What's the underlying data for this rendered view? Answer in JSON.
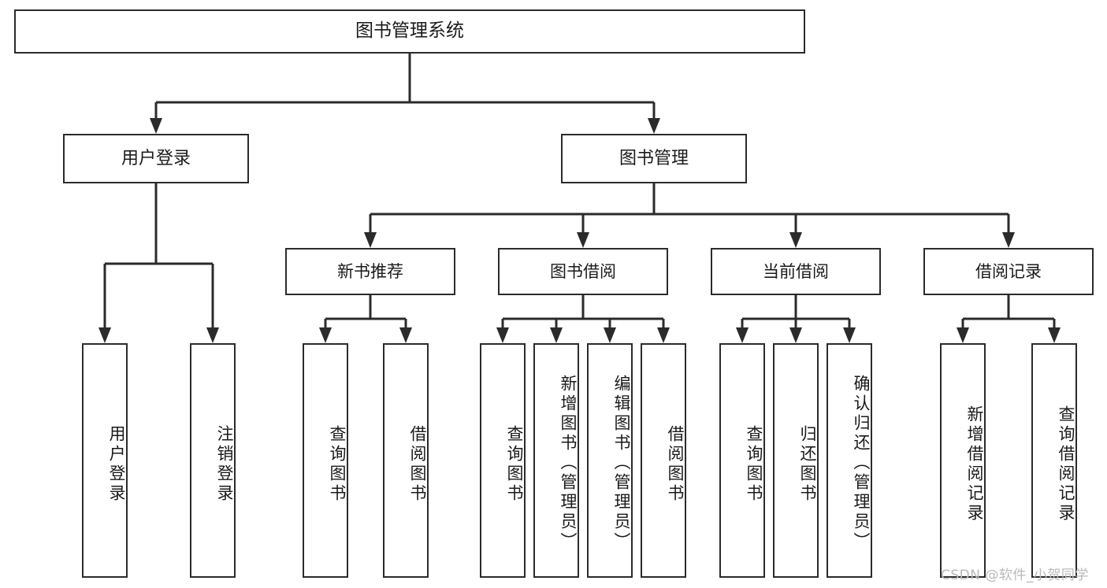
{
  "diagram": {
    "title": "图书管理系统",
    "type": "tree",
    "root": {
      "id": "root",
      "label": "图书管理系统",
      "level": 1
    },
    "level2": [
      {
        "id": "user-login",
        "label": "用户登录",
        "level": 2
      },
      {
        "id": "book-manage",
        "label": "图书管理",
        "level": 2
      }
    ],
    "level3": [
      {
        "id": "new-book-recommend",
        "label": "新书推荐",
        "level": 3,
        "parent": "book-manage"
      },
      {
        "id": "book-borrow",
        "label": "图书借阅",
        "level": 3,
        "parent": "book-manage"
      },
      {
        "id": "current-borrow",
        "label": "当前借阅",
        "level": 3,
        "parent": "book-manage"
      },
      {
        "id": "borrow-record",
        "label": "借阅记录",
        "level": 3,
        "parent": "book-manage"
      }
    ],
    "leaves": [
      {
        "id": "leaf-user-login",
        "label": "用户登录",
        "parent": "user-login"
      },
      {
        "id": "leaf-logout-login",
        "label": "注销登录",
        "parent": "user-login"
      },
      {
        "id": "leaf-query-book-1",
        "label": "查询图书",
        "parent": "new-book-recommend"
      },
      {
        "id": "leaf-borrow-book-1",
        "label": "借阅图书",
        "parent": "new-book-recommend"
      },
      {
        "id": "leaf-query-book-2",
        "label": "查询图书",
        "parent": "book-borrow"
      },
      {
        "id": "leaf-add-book-admin",
        "label": "新增图书（管理员）",
        "parent": "book-borrow"
      },
      {
        "id": "leaf-edit-book-admin",
        "label": "编辑图书（管理员）",
        "parent": "book-borrow"
      },
      {
        "id": "leaf-borrow-book-2",
        "label": "借阅图书",
        "parent": "book-borrow"
      },
      {
        "id": "leaf-query-book-3",
        "label": "查询图书",
        "parent": "current-borrow"
      },
      {
        "id": "leaf-return-book",
        "label": "归还图书",
        "parent": "current-borrow"
      },
      {
        "id": "leaf-confirm-return",
        "label": "确认归还（管理员）",
        "parent": "current-borrow"
      },
      {
        "id": "leaf-add-record",
        "label": "新增借阅记录",
        "parent": "borrow-record"
      },
      {
        "id": "leaf-query-record",
        "label": "查询借阅记录",
        "parent": "borrow-record"
      }
    ]
  },
  "watermark": {
    "text": "CSDN @软件_小贺同学"
  },
  "colors": {
    "stroke": "#2b2b2b",
    "fill": "#ffffff",
    "text": "#1a1a1a",
    "watermark": "#b9b9b9"
  }
}
